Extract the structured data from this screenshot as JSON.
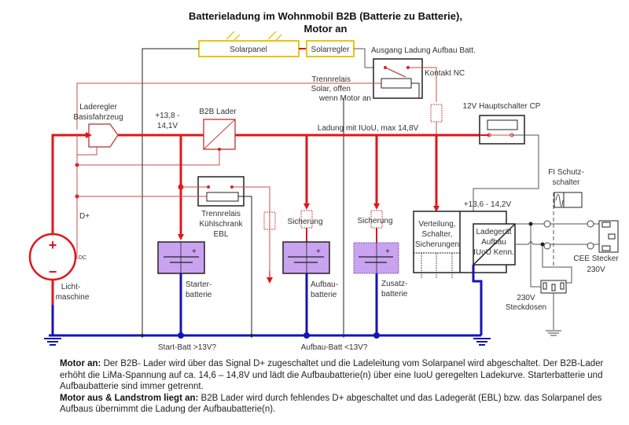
{
  "title": {
    "line1": "Batterieladung im Wohnmobil B2B (Batterie zu Batterie),",
    "line2": "Motor an"
  },
  "components": {
    "solarpanel": "Solarpanel",
    "solarregler": "Solarregler",
    "ausgang": "Ausgang Ladung Aufbau Batt.",
    "kontakt": "Kontakt NC",
    "trennrelais_solar": [
      "Trennrelais",
      "Solar, offen",
      "wenn Motor an"
    ],
    "laderegler": [
      "Laderegler",
      "Basisfahrzeug"
    ],
    "voltage_basis": [
      "+13,8 -",
      "14,1V"
    ],
    "b2b_lader": "B2B Lader",
    "ladung": "Ladung mit IUoU, max 14,8V",
    "hauptschalter": "12V Hauptschalter CP",
    "trennrelais_kuehl": [
      "Trennrelais",
      "Kühlschrank",
      "EBL"
    ],
    "d_plus": "D+",
    "dc": "DC",
    "lichtmaschine": [
      "Licht-",
      "maschine"
    ],
    "starterbatterie": [
      "Starter-",
      "batterie"
    ],
    "sicherung1": "Sicherung",
    "aufbaubatterie": [
      "Aufbau-",
      "batterie"
    ],
    "sicherung2": "Sicherung",
    "zusatzbatterie": [
      "Zusatz-",
      "batterie"
    ],
    "verteilung": [
      "Verteilung,",
      "Schalter,",
      "Sicherungen"
    ],
    "voltage_ebl": "+13,6 - 14,2V",
    "ladegeraet": [
      "Ladegerät",
      "Aufbau",
      "IUoU Kenn."
    ],
    "fi_schutz": [
      "FI Schutz-",
      "schalter"
    ],
    "cee": [
      "CEE Stecker",
      "230V"
    ],
    "steckdosen": [
      "230V",
      "Steckdosen"
    ],
    "start_batt": "Start-Batt >13V?",
    "aufbau_batt": "Aufbau-Batt <13V?",
    "plus": "+",
    "minus": "−"
  },
  "description": {
    "p1_bold": "Motor an:",
    "p1_text": " Der B2B- Lader wird über das Signal D+ zugeschaltet und die Ladeleitung vom Solarpanel wird abgeschaltet. Der B2B-Lader erhöht die LiMa-Spannung auf ca. 14,6 – 14,8V und lädt die Aufbaubatterie(n) über eine IuoU geregelten Ladekurve. Starterbatterie und Aufbaubatterie sind immer getrennt.",
    "p2_bold": "Motor aus & Landstrom liegt an:",
    "p2_text": " B2B Lader wird durch fehlendes D+ abgeschaltet und das Ladegerät (EBL) bzw. das Solarpanel des Aufbaus übernimmt die Ladung der Aufbaubatterie(n)."
  },
  "colors": {
    "charge_line": "#e0161b",
    "ground_line": "#1414b4",
    "battery_fill": "#c9a3f0",
    "solar_border": "#e6c619"
  }
}
